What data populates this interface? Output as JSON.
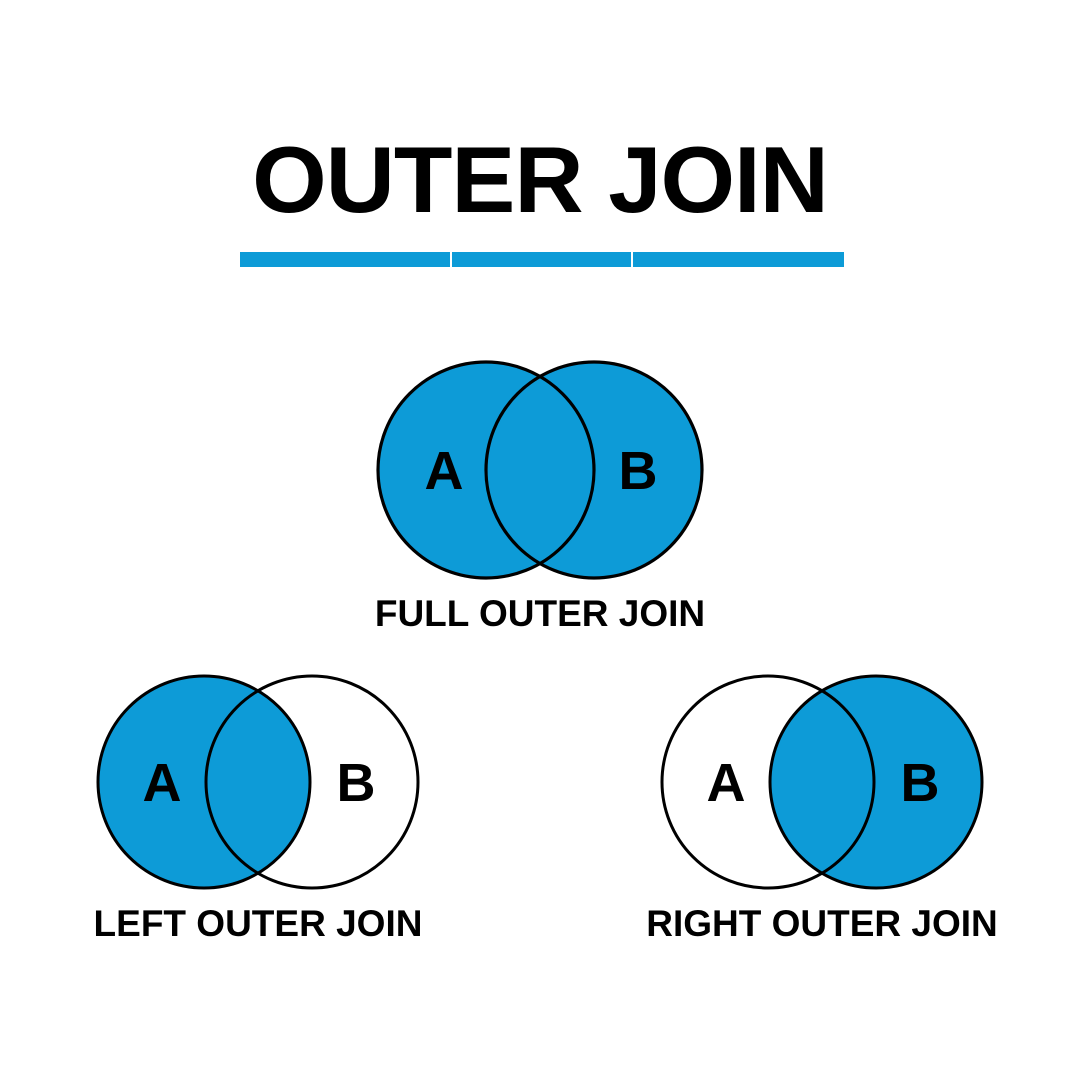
{
  "page": {
    "title": "OUTER JOIN",
    "background_color": "#ffffff",
    "accent_color": "#0d9bd7",
    "stroke_color": "#000000",
    "text_color": "#000000"
  },
  "header": {
    "title": "OUTER JOIN",
    "underline": {
      "color": "#0d9bd7",
      "segments": 3
    }
  },
  "diagrams": [
    {
      "id": "full-outer-join",
      "caption": "FULL OUTER JOIN",
      "left_label": "A",
      "right_label": "B",
      "fill": {
        "left_only": true,
        "intersection": true,
        "right_only": true
      }
    },
    {
      "id": "left-outer-join",
      "caption": "LEFT OUTER JOIN",
      "left_label": "A",
      "right_label": "B",
      "fill": {
        "left_only": true,
        "intersection": true,
        "right_only": false
      }
    },
    {
      "id": "right-outer-join",
      "caption": "RIGHT OUTER JOIN",
      "left_label": "A",
      "right_label": "B",
      "fill": {
        "left_only": false,
        "intersection": true,
        "right_only": true
      }
    }
  ]
}
